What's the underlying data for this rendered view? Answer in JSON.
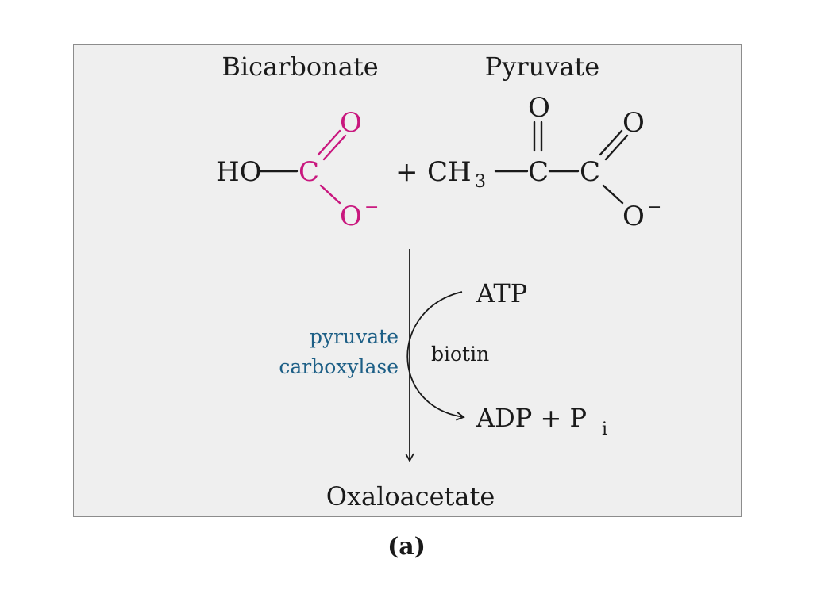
{
  "colors": {
    "reactive_atoms": "#c9177e",
    "enzyme_label": "#1d5f86",
    "panel_background": "#efefef",
    "ink": "#1a1a1a"
  },
  "reactants": {
    "bicarbonate": {
      "name": "Bicarbonate",
      "hydroxyl": "HO",
      "carbon": "C",
      "carbonyl_oxygen": "O",
      "anion_oxygen": "O",
      "charge": "−"
    },
    "plus_sign": "+",
    "pyruvate": {
      "name": "Pyruvate",
      "methyl_ch": "CH",
      "methyl_subscript": "3",
      "carbon_keto": "C",
      "carbon_carboxyl": "C",
      "keto_oxygen": "O",
      "carbonyl_oxygen": "O",
      "anion_oxygen": "O",
      "charge": "−"
    }
  },
  "reaction": {
    "enzyme_line1": "pyruvate",
    "enzyme_line2": "carboxylase",
    "cofactor": "biotin",
    "input": "ATP",
    "output_main": "ADP + P",
    "output_subscript": "i"
  },
  "product": {
    "name": "Oxaloacetate"
  },
  "caption": "(a)"
}
